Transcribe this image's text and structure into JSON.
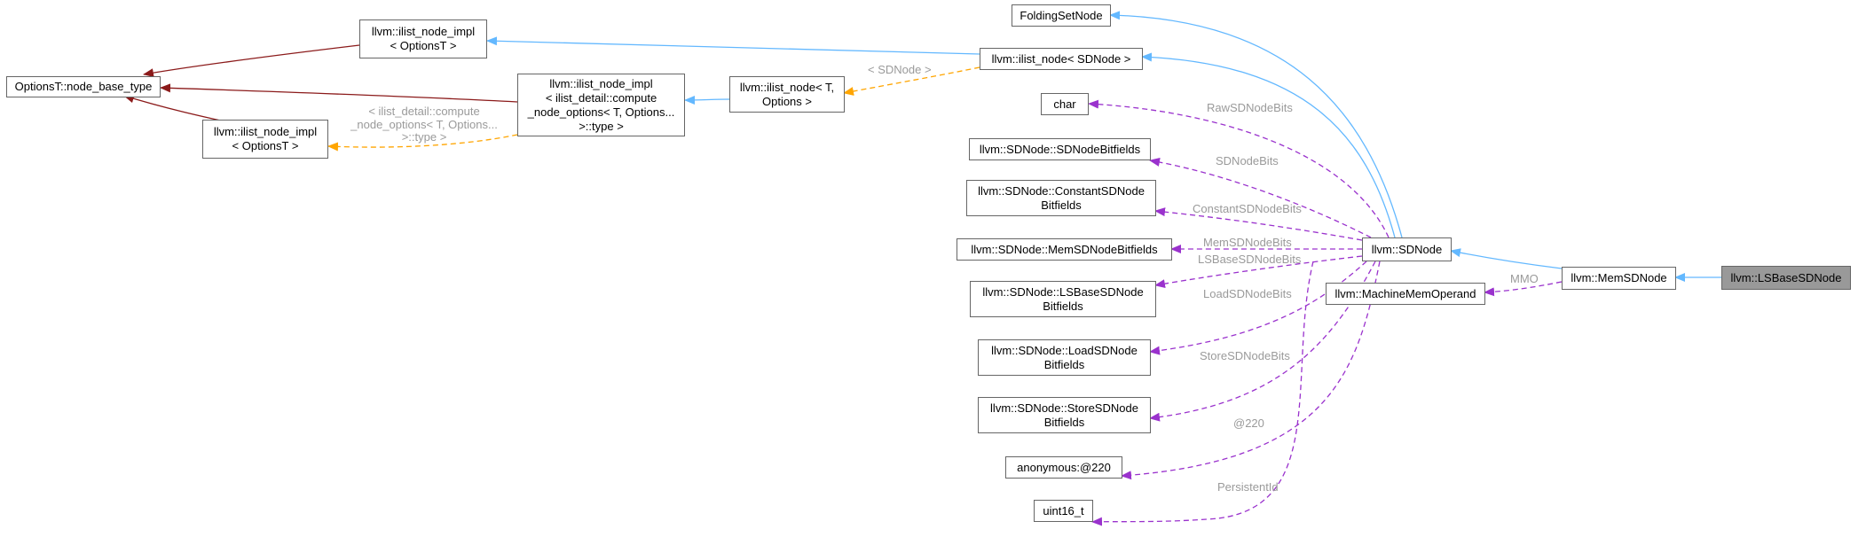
{
  "nodes": {
    "options_base": [
      "OptionsT::node_base_type"
    ],
    "ilist_impl_top": [
      "llvm::ilist_node_impl",
      "< OptionsT >"
    ],
    "ilist_impl_bottom": [
      "llvm::ilist_node_impl",
      "< OptionsT >"
    ],
    "ilist_impl_compute": [
      "llvm::ilist_node_impl",
      "< ilist_detail::compute",
      "_node_options< T, Options...",
      ">::type >"
    ],
    "ilist_node_t": [
      "llvm::ilist_node< T,",
      "Options >"
    ],
    "folding_set": [
      "FoldingSetNode"
    ],
    "ilist_node_sd": [
      "llvm::ilist_node< SDNode >"
    ],
    "char": [
      "char"
    ],
    "sdnode_bitfields": [
      "llvm::SDNode::SDNodeBitfields"
    ],
    "constant_bitfields": [
      "llvm::SDNode::ConstantSDNode",
      "Bitfields"
    ],
    "mem_bitfields": [
      "llvm::SDNode::MemSDNodeBitfields"
    ],
    "lsbase_bitfields": [
      "llvm::SDNode::LSBaseSDNode",
      "Bitfields"
    ],
    "load_bitfields": [
      "llvm::SDNode::LoadSDNode",
      "Bitfields"
    ],
    "store_bitfields": [
      "llvm::SDNode::StoreSDNode",
      "Bitfields"
    ],
    "anonymous": [
      "anonymous:@220"
    ],
    "uint16": [
      "uint16_t"
    ],
    "sdnode": [
      "llvm::SDNode"
    ],
    "machine_mem_operand": [
      "llvm::MachineMemOperand"
    ],
    "mem_sdnode": [
      "llvm::MemSDNode"
    ],
    "lsbase_sdnode": [
      "llvm::LSBaseSDNode"
    ]
  },
  "edge_labels": {
    "sdnode_template": "< SDNode >",
    "compute_template": [
      "< ilist_detail::compute",
      "_node_options< T, Options...",
      ">::type >"
    ],
    "raw_bits": "RawSDNodeBits",
    "sdnode_bits": "SDNodeBits",
    "constant_bits": "ConstantSDNodeBits",
    "mem_bits": "MemSDNodeBits",
    "lsbase_bits": "LSBaseSDNodeBits",
    "load_bits": "LoadSDNodeBits",
    "store_bits": "StoreSDNodeBits",
    "anon": "@220",
    "persistent_id": "PersistentId",
    "mmo": "MMO"
  },
  "colors": {
    "inheritance": "#63b8ff",
    "private_inheritance": "#8b1a1a",
    "template": "#ffa500",
    "member": "#9a32cd",
    "label": "#9a9a9a",
    "node_border": "#666666",
    "focus_fill": "#999999"
  }
}
